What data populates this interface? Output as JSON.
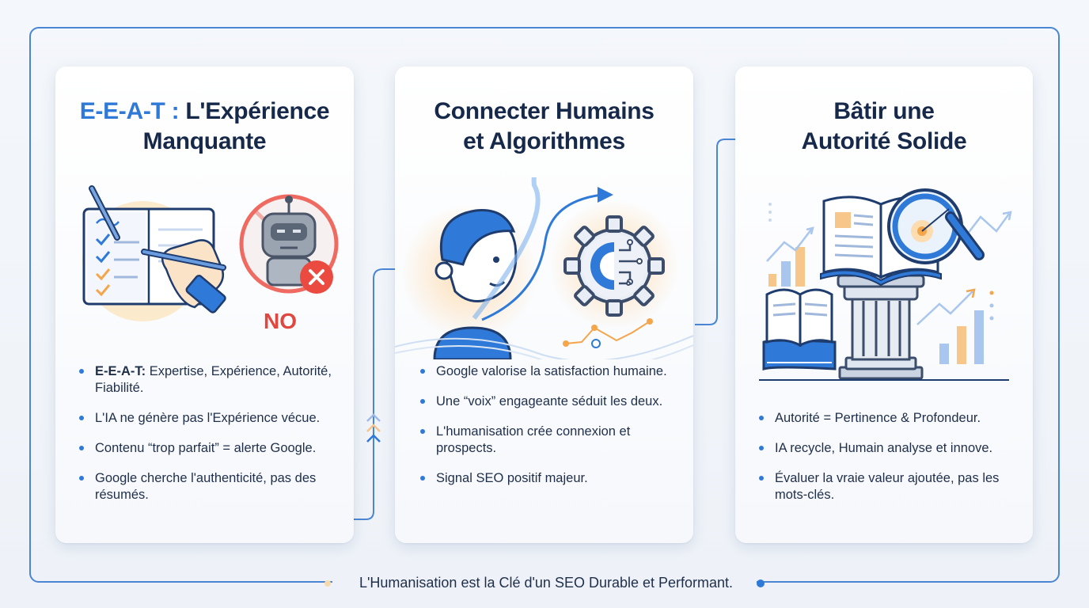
{
  "cards": [
    {
      "title_accent": "E-E-A-T :",
      "title_rest": "L'Expérience",
      "title_line2": "Manquante",
      "badge": "NO",
      "bullets": [
        {
          "bold": "E-E-A-T:",
          "text": " Expertise, Expérience, Autorité, Fiabilité."
        },
        {
          "bold": "",
          "text": "L'IA ne génère pas l'Expérience vécue."
        },
        {
          "bold": "",
          "text": "Contenu “trop parfait” = alerte Google."
        },
        {
          "bold": "",
          "text": "Google cherche l'authenticité, pas des résumés."
        }
      ]
    },
    {
      "title_line1": "Connecter Humains",
      "title_line2": "et Algorithmes",
      "bullets": [
        {
          "text": "Google valorise la satisfaction humaine."
        },
        {
          "text": "Une “voix” engageante séduit les deux."
        },
        {
          "text": "L'humanisation crée connexion et prospects."
        },
        {
          "text": "Signal SEO positif majeur."
        }
      ]
    },
    {
      "title_line1": "Bâtir une",
      "title_line2": "Autorité Solide",
      "bullets": [
        {
          "text": "Autorité = Pertinence & Profondeur."
        },
        {
          "text": "IA recycle, Humain analyse et innove."
        },
        {
          "text": "Évaluer la vraie valeur ajoutée, pas les mots-clés."
        }
      ]
    }
  ],
  "footer": "L'Humanisation est la Clé d'un SEO Durable et Performant.",
  "colors": {
    "accent": "#2f7ad8",
    "orange": "#f5a54a",
    "red": "#e0483f",
    "navy": "#17294a"
  }
}
